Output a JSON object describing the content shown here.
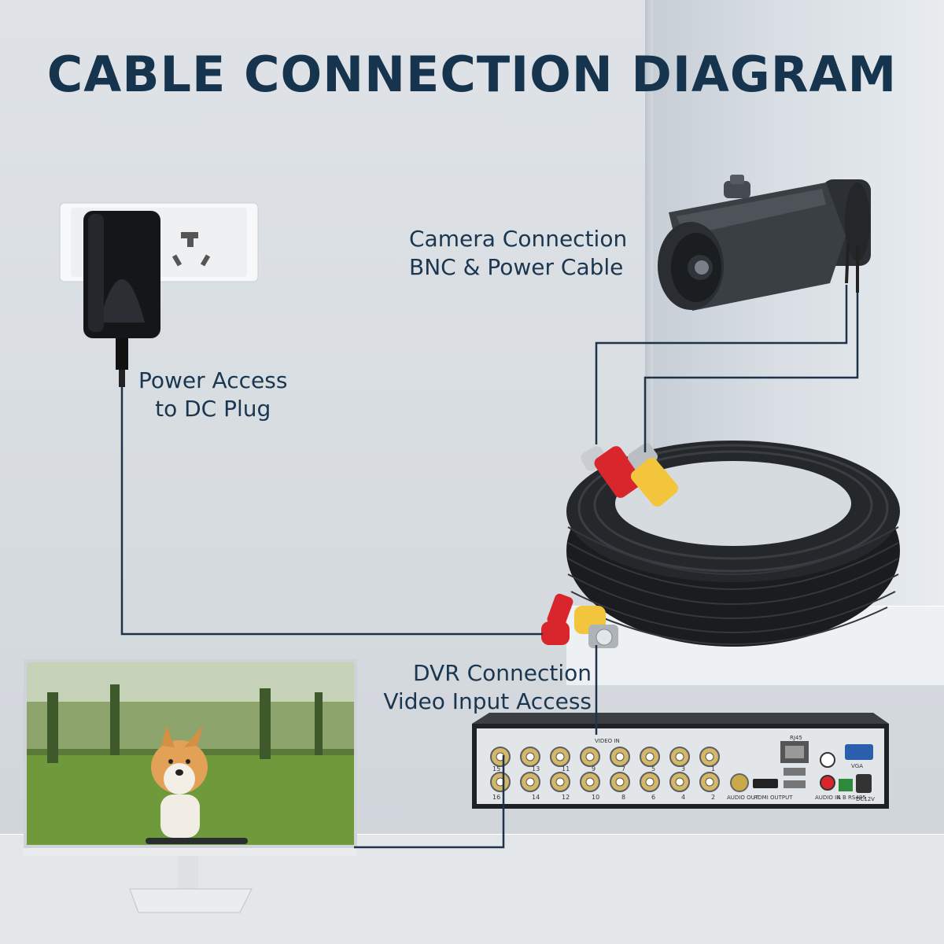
{
  "title": "CABLE CONNECTION DIAGRAM",
  "labels": {
    "camera": {
      "line1": "Camera Connection",
      "line2": "BNC & Power Cable"
    },
    "power": {
      "line1": "Power Access",
      "line2": "to DC Plug"
    },
    "dvr": {
      "line1": "DVR Connection",
      "line2": "Video Input Access"
    }
  },
  "dvr_panel": {
    "video_in": "VIDEO IN",
    "ports_top": [
      "15",
      "13",
      "11",
      "9",
      "7",
      "5",
      "3",
      "1"
    ],
    "ports_bottom": [
      "16",
      "14",
      "12",
      "10",
      "8",
      "6",
      "4",
      "2"
    ],
    "audio_out": "AUDIO OUT",
    "hdmi": "HDMI OUTPUT",
    "rj45": "RJ45",
    "vga": "VGA",
    "audio_in": "AUDIO IN",
    "rs485": "A B RS485",
    "dc": "DC12V"
  },
  "colors": {
    "title": "#16344d",
    "label": "#1b3650",
    "connector_line": "#1e3248",
    "power_plug_red": "#d8262c",
    "bnc_yellow": "#f2c53d"
  },
  "icons": {
    "adapter": "power-adapter-icon",
    "camera": "bullet-camera-icon",
    "cable": "cable-coil-icon",
    "dvr": "dvr-recorder-icon",
    "monitor": "monitor-icon"
  }
}
